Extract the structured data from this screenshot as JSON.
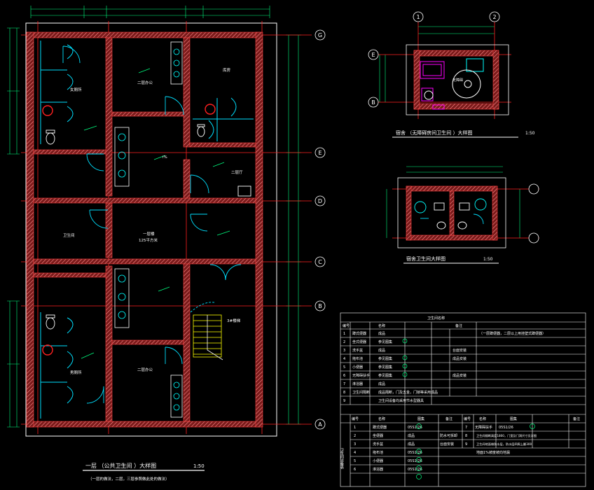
{
  "main_plan": {
    "title": "一层 （公共卫生间 ）大样图",
    "scale": "1:50",
    "subtitle": "（一层的做法，二层，三层参照做此处的做法）",
    "room_labels": {
      "top_left_room": "女厕所",
      "top_mid_room": "二层办公",
      "top_right_room": "库房",
      "mid_right_room": "二层厅",
      "center_room": "一层楼",
      "center_room_sub": "125平方米",
      "left_mid_room": "卫生间",
      "stair": "3#楼梯",
      "bot_left_room": "男厕所",
      "bot_mid_room": "二层办公"
    },
    "grid_labels": [
      "G",
      "E",
      "D",
      "C",
      "B",
      "A"
    ],
    "slope_label": "i%"
  },
  "detail_1": {
    "grid_top": [
      "1",
      "2"
    ],
    "grid_left": [
      "E",
      "B"
    ],
    "title": "宿舍 （无障碍房间卫生间 ）大样图",
    "scale": "1:50",
    "label": "无障碍"
  },
  "detail_2": {
    "title": "宿舍卫生间大样图",
    "scale": "1:50"
  },
  "table": {
    "header_title": "卫生间名称",
    "col_headers": [
      "编号",
      "名称",
      "",
      "备注"
    ],
    "rows": [
      {
        "num": "1",
        "name": "蹲式便器",
        "spec": "成品",
        "note": "（一层蹲便器，二层以上用挂壁式蹲便器）"
      },
      {
        "num": "2",
        "name": "坐式便器",
        "spec": "参见图集",
        "note": ""
      },
      {
        "num": "3",
        "name": "洗手盆",
        "spec": "成品",
        "note": "台面安装"
      },
      {
        "num": "4",
        "name": "拖布池",
        "spec": "参见图集",
        "note": "成品安装"
      },
      {
        "num": "5",
        "name": "小便器",
        "spec": "参见图集",
        "note": ""
      },
      {
        "num": "6",
        "name": "无障碍扶手",
        "spec": "参见图集",
        "note": "成品安装"
      },
      {
        "num": "7",
        "name": "淋浴器",
        "spec": "成品",
        "note": ""
      },
      {
        "num": "8",
        "name": "卫生间隔断",
        "spec": "成品隔断，门及五金，门锁等采用成品",
        "note": ""
      },
      {
        "num": "9",
        "name": "",
        "spec": "卫生间设备均采用节水型器具",
        "note": ""
      }
    ],
    "lower_headers": [
      "编号",
      "名称",
      "图集",
      "备注",
      "编号",
      "名称",
      "图集",
      "备注"
    ],
    "lower_rows": [
      {
        "num": "1",
        "name": "蹲式便器",
        "ref": "05S1/26",
        "note": "",
        "num2": "7",
        "name2": "无障碍扶手",
        "ref2": "05S1/26"
      },
      {
        "num": "2",
        "name": "坐便器",
        "ref": "成品",
        "note": "防水可拆卸",
        "num2": "8",
        "name2": "",
        "ref2": "卫生间隔断高度1800，门宽及门洞尺寸见详图"
      },
      {
        "num": "3",
        "name": "洗手盆",
        "ref": "成品",
        "note": "台面安装",
        "num2": "9",
        "name2": "",
        "ref2": "卫生间地面做防水层，防水层四周上翻300"
      },
      {
        "num": "4",
        "name": "拖布池",
        "ref": "05S1/26",
        "note": "",
        "num2": "",
        "name2": "",
        "ref2": "地面1%坡度坡向地漏"
      },
      {
        "num": "5",
        "name": "小便器",
        "ref": "05S1/26",
        "note": "",
        "num2": "",
        "name2": "",
        "ref2": ""
      },
      {
        "num": "6",
        "name": "淋浴器",
        "ref": "05S1/26",
        "note": "",
        "num2": "",
        "name2": "",
        "ref2": ""
      }
    ],
    "side_label": "卫生间设备表"
  },
  "colors": {
    "wall": "#ff4040",
    "hatch": "#ffffff",
    "grid": "#ff2020",
    "dim": "#00ff80",
    "fixture": "#00ffff",
    "door": "#00e0ff",
    "stair": "#ffff00",
    "magenta": "#ff00ff"
  }
}
